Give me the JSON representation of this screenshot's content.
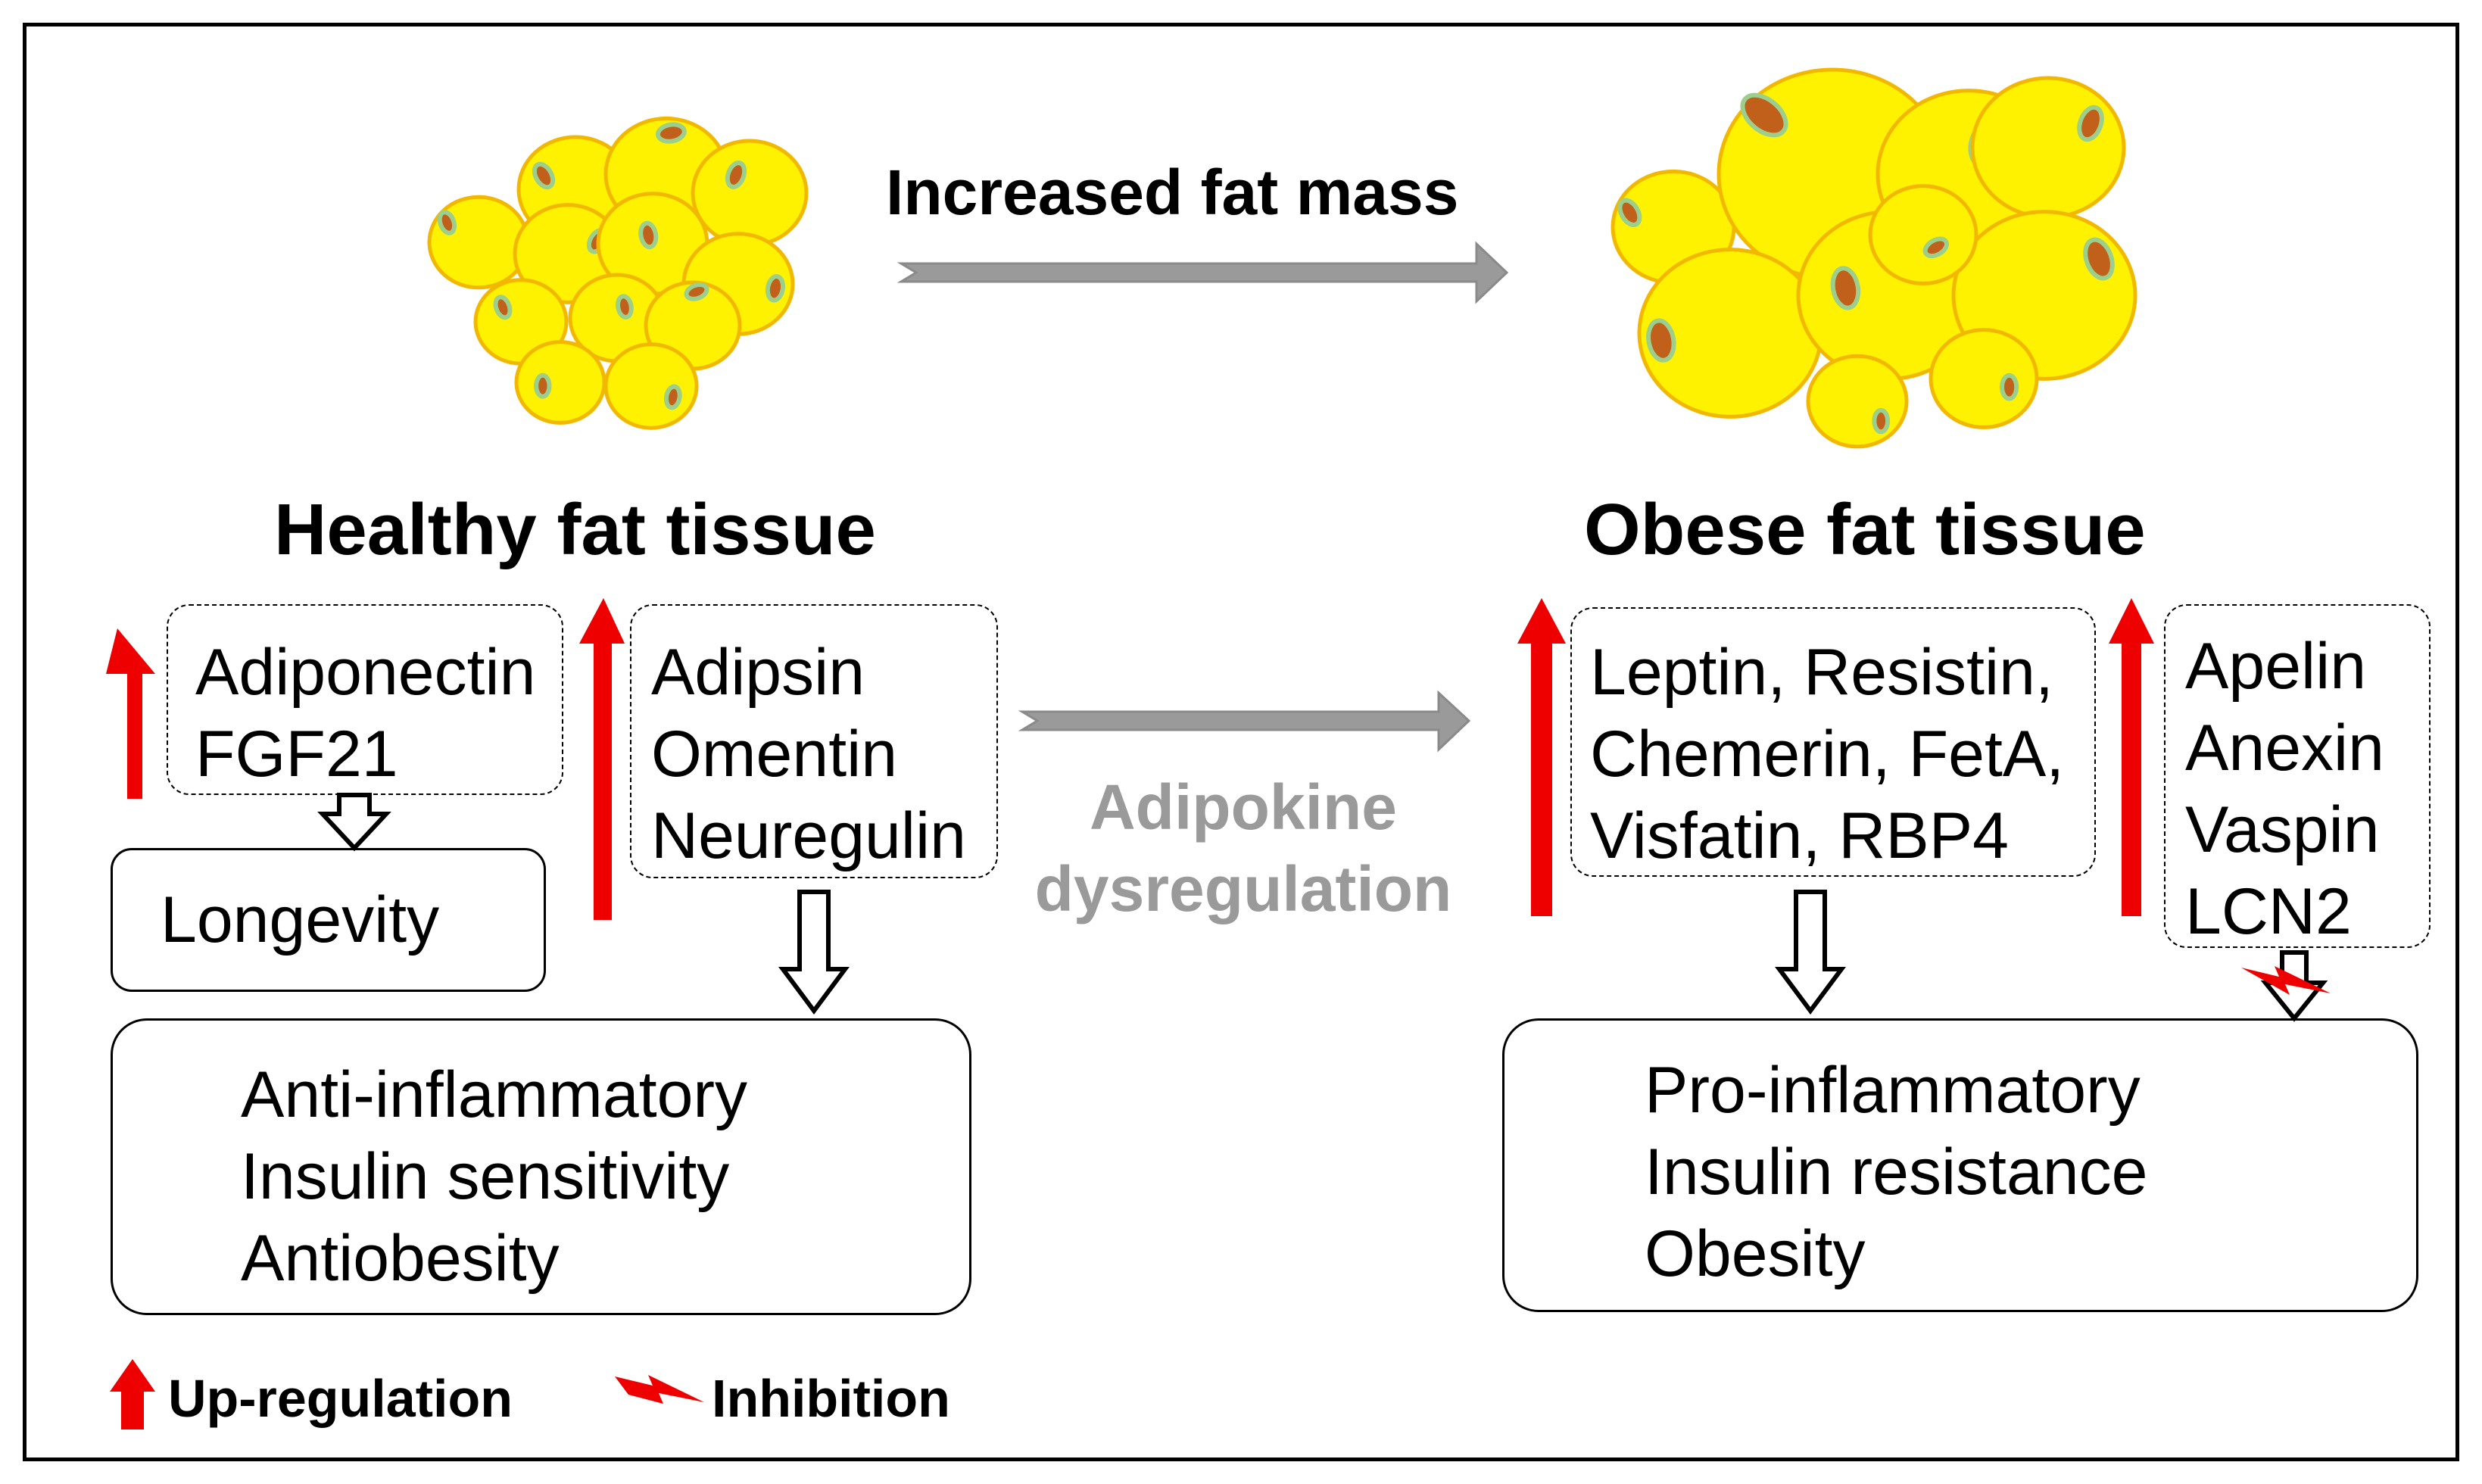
{
  "colors": {
    "up_arrow": "#ee0000",
    "gray_arrow": "#9a9a9a",
    "cell_fill": "#fff200",
    "cell_edge": "#f2b800",
    "nucleus": "#c0601a",
    "nucleus_rim": "#9ccf8c",
    "gray_text": "#9a9a9a"
  },
  "top": {
    "increased_label": "Increased fat mass"
  },
  "healthy": {
    "title": "Healthy fat tissue",
    "group1": [
      "Adiponectin",
      "FGF21"
    ],
    "longevity": "Longevity",
    "group2": [
      "Adipsin",
      "Omentin",
      "Neuregulin"
    ],
    "outcomes": [
      "Anti-inflammatory",
      "Insulin sensitivity",
      "Antiobesity"
    ]
  },
  "middle": {
    "label_line1": "Adipokine",
    "label_line2": "dysregulation"
  },
  "obese": {
    "title": "Obese fat tissue",
    "group1": [
      "Leptin, Resistin,",
      "Chemerin, FetA,",
      "Visfatin, RBP4"
    ],
    "group2": [
      "Apelin",
      "Anexin",
      "Vaspin",
      "LCN2"
    ],
    "outcomes": [
      "Pro-inflammatory",
      "Insulin resistance",
      "Obesity"
    ]
  },
  "legend": {
    "up_label": "Up-regulation",
    "inhibit_label": "Inhibition"
  },
  "icons": [
    "up-arrow-icon",
    "hollow-down-arrow-icon",
    "gray-right-arrow-icon",
    "inhibition-bolt-icon",
    "fat-cell-icon"
  ]
}
